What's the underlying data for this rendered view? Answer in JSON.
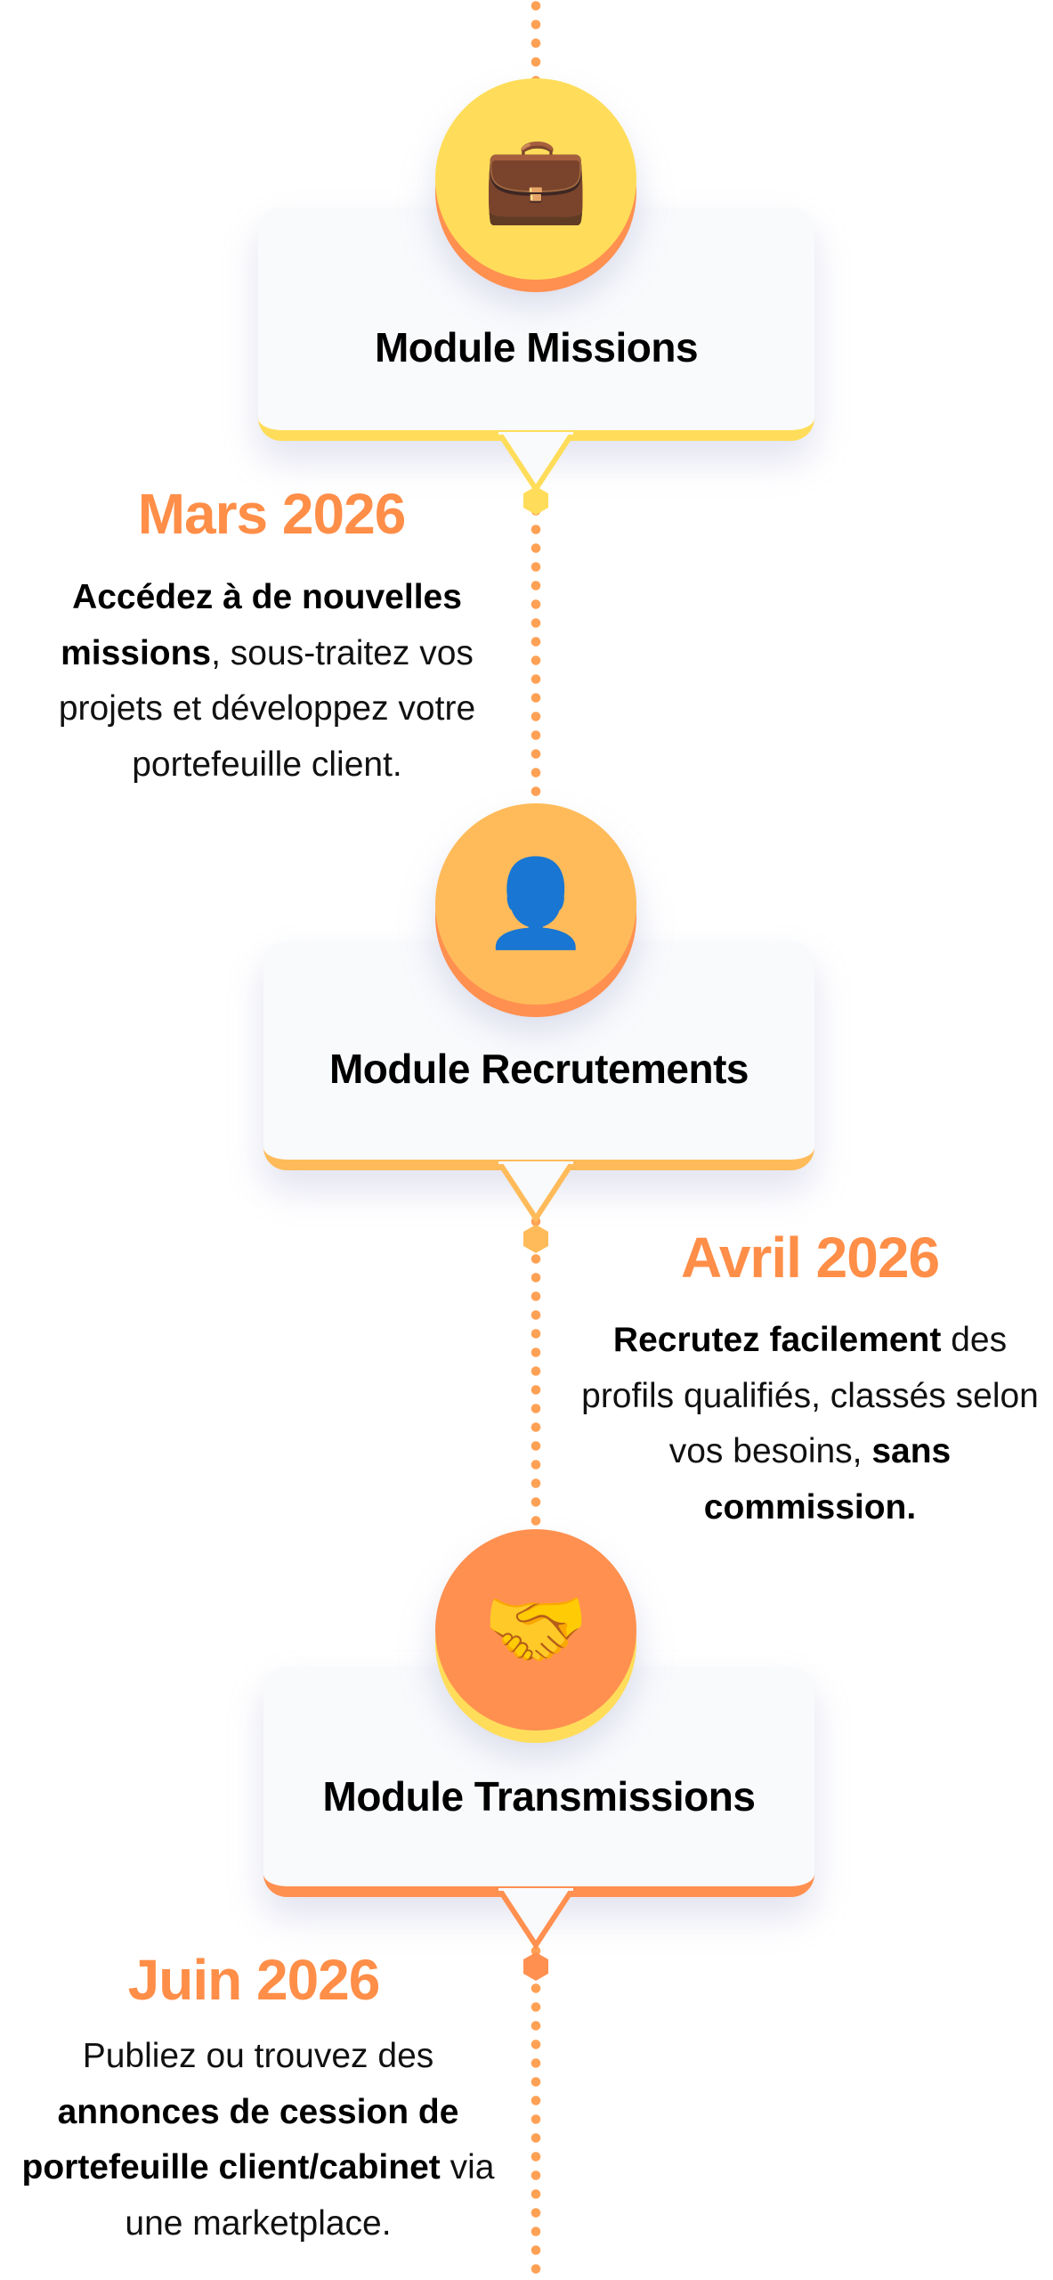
{
  "colors": {
    "yellow": "#FFDD5A",
    "light_orange": "#FFBB5A",
    "orange": "#FF9050",
    "date_text": "#FF8E48"
  },
  "modules": [
    {
      "icon": "briefcase-icon",
      "glyph": "💼",
      "title": "Module Missions",
      "date": "Mars 2026",
      "desc": {
        "b1": "Accédez à de nouvelles missions",
        "t1": ", sous-traitez vos projets et développez votre portefeuille client."
      }
    },
    {
      "icon": "person-silhouette-icon",
      "glyph": "👤",
      "title": "Module Recrutements",
      "date": "Avril 2026",
      "desc": {
        "b1": "Recrutez facilement",
        "t1": " des profils qualifiés, classés selon vos besoins, ",
        "b2": "sans commission."
      }
    },
    {
      "icon": "handshake-icon",
      "glyph": "🤝",
      "title": "Module Transmissions",
      "date": "Juin 2026",
      "desc": {
        "t0": "Publiez ou trouvez des ",
        "b1": "annonces de cession de portefeuille client/cabinet",
        "t1": " via une marketplace."
      }
    }
  ]
}
